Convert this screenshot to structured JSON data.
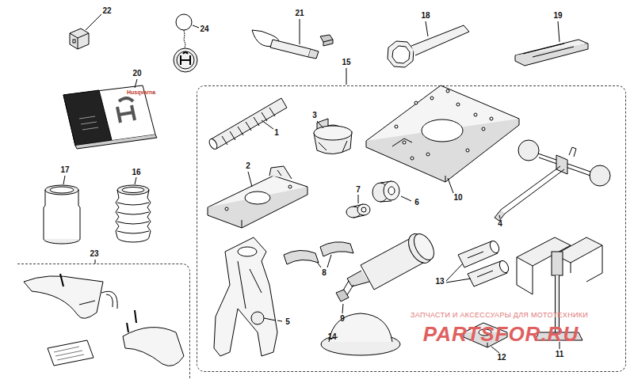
{
  "diagram": {
    "nodes": [
      {
        "text": [
          "15"
        ]
      },
      {
        "text": [
          "23"
        ]
      }
    ],
    "labels": [
      "22",
      "24",
      "21",
      "18",
      "19",
      "20",
      "17",
      "16",
      "1",
      "3",
      "2",
      "7",
      "6",
      "10",
      "4",
      "8",
      "13",
      "9",
      "5",
      "14",
      "12",
      "11",
      "Husqvarna",
      "ЗАПЧАСТИ И АКСЕССУАРЫ ДЛЯ МОТОТЕХНИКИ",
      "PARTSFOR.RU"
    ]
  }
}
